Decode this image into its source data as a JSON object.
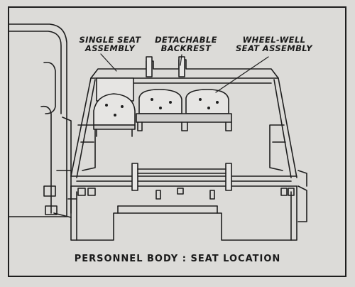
{
  "labels": {
    "single_seat": [
      "SINGLE SEAT",
      "ASSEMBLY"
    ],
    "backrest": [
      "DETACHABLE",
      "BACKREST"
    ],
    "wheel_well": [
      "WHEEL-WELL",
      "SEAT ASSEMBLY"
    ]
  },
  "caption": "PERSONNEL BODY : SEAT LOCATION",
  "colors": {
    "ink": "#1e1e1e",
    "paper": "#dcdbd8",
    "shade": "#cfcecc"
  }
}
